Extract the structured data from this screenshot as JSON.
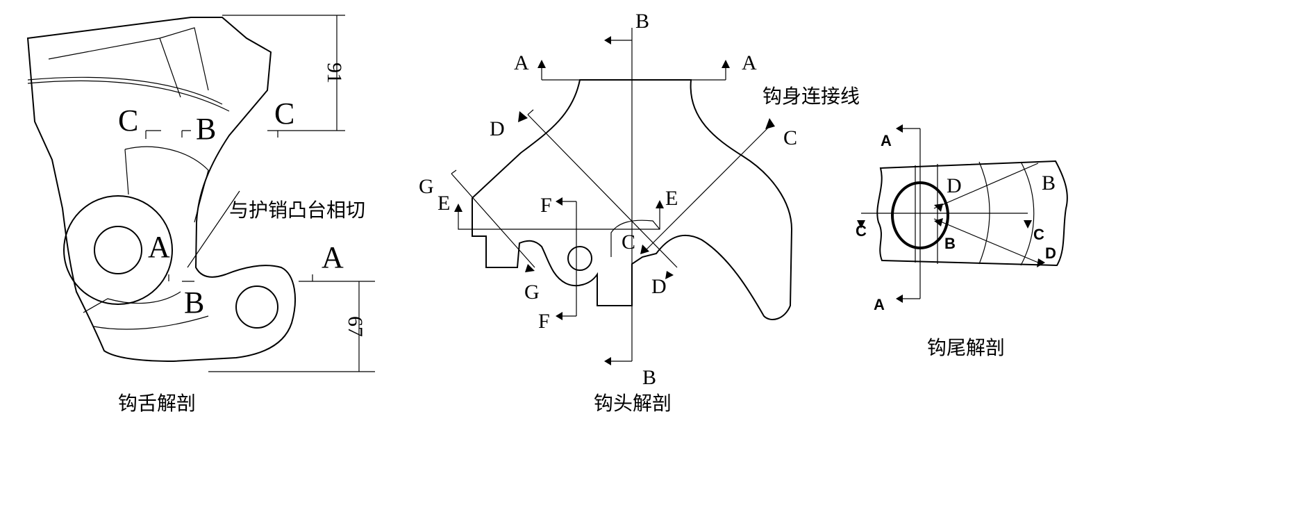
{
  "tongue": {
    "caption": "钩舌解剖",
    "dim_top": "91",
    "dim_bottom": "67",
    "note": "与护销凸台相切",
    "labels": {
      "c1": "C",
      "b1": "B",
      "c2": "C",
      "a1": "A",
      "a2": "A",
      "b2": "B"
    }
  },
  "head": {
    "caption": "钩头解剖",
    "note": "钩身连接线",
    "labels": {
      "b_top": "B",
      "a_left": "A",
      "a_right": "A",
      "d_top": "D",
      "c_top": "C",
      "g_top": "G",
      "e_left": "E",
      "f_top": "F",
      "e_right": "E",
      "c_mid": "C",
      "g_bot": "G",
      "d_bot": "D",
      "f_bot": "F",
      "b_bot": "B"
    }
  },
  "tail": {
    "caption": "钩尾解剖",
    "labels": {
      "a_top": "A",
      "b_right": "B",
      "d_in": "D",
      "c_left": "C",
      "c_right": "C",
      "b_in": "B",
      "d_right": "D",
      "a_bot": "A"
    }
  }
}
